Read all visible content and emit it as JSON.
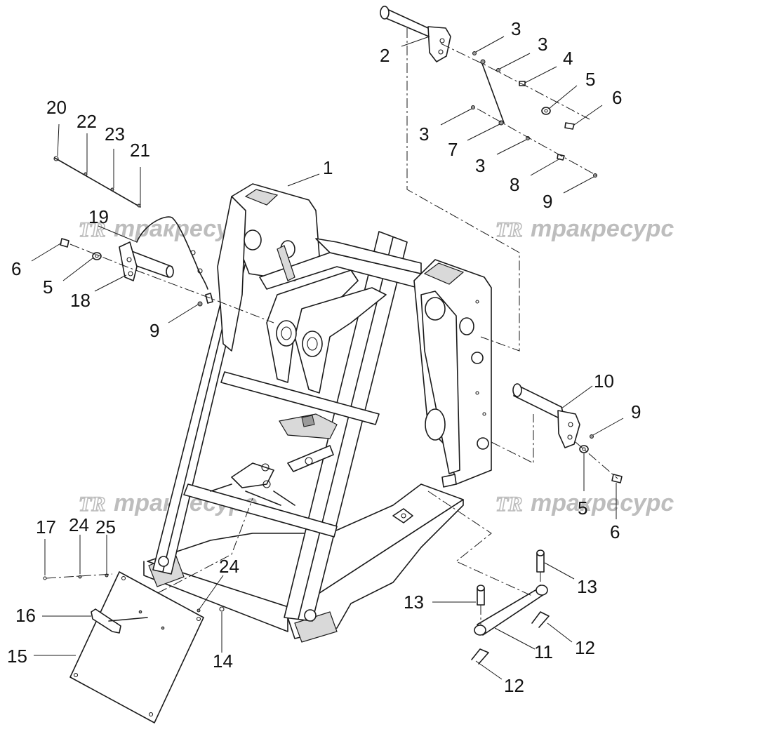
{
  "watermark": {
    "logo": "TR",
    "text": "тракресурс"
  },
  "callouts": [
    {
      "id": "c1",
      "text": "1"
    },
    {
      "id": "c2",
      "text": "2"
    },
    {
      "id": "c3a",
      "text": "3"
    },
    {
      "id": "c3b",
      "text": "3"
    },
    {
      "id": "c3c",
      "text": "3"
    },
    {
      "id": "c3d",
      "text": "3"
    },
    {
      "id": "c4",
      "text": "4"
    },
    {
      "id": "c5a",
      "text": "5"
    },
    {
      "id": "c6a",
      "text": "6"
    },
    {
      "id": "c7",
      "text": "7"
    },
    {
      "id": "c8",
      "text": "8"
    },
    {
      "id": "c9a",
      "text": "9"
    },
    {
      "id": "c20",
      "text": "20"
    },
    {
      "id": "c22",
      "text": "22"
    },
    {
      "id": "c23",
      "text": "23"
    },
    {
      "id": "c21",
      "text": "21"
    },
    {
      "id": "c19",
      "text": "19"
    },
    {
      "id": "c6b",
      "text": "6"
    },
    {
      "id": "c5b",
      "text": "5"
    },
    {
      "id": "c18",
      "text": "18"
    },
    {
      "id": "c9b",
      "text": "9"
    },
    {
      "id": "c10",
      "text": "10"
    },
    {
      "id": "c9c",
      "text": "9"
    },
    {
      "id": "c5c",
      "text": "5"
    },
    {
      "id": "c6c",
      "text": "6"
    },
    {
      "id": "c17",
      "text": "17"
    },
    {
      "id": "c24a",
      "text": "24"
    },
    {
      "id": "c25",
      "text": "25"
    },
    {
      "id": "c24b",
      "text": "24"
    },
    {
      "id": "c16",
      "text": "16"
    },
    {
      "id": "c15",
      "text": "15"
    },
    {
      "id": "c14",
      "text": "14"
    },
    {
      "id": "c13a",
      "text": "13"
    },
    {
      "id": "c13b",
      "text": "13"
    },
    {
      "id": "c11",
      "text": "11"
    },
    {
      "id": "c12a",
      "text": "12"
    },
    {
      "id": "c12b",
      "text": "12"
    }
  ]
}
